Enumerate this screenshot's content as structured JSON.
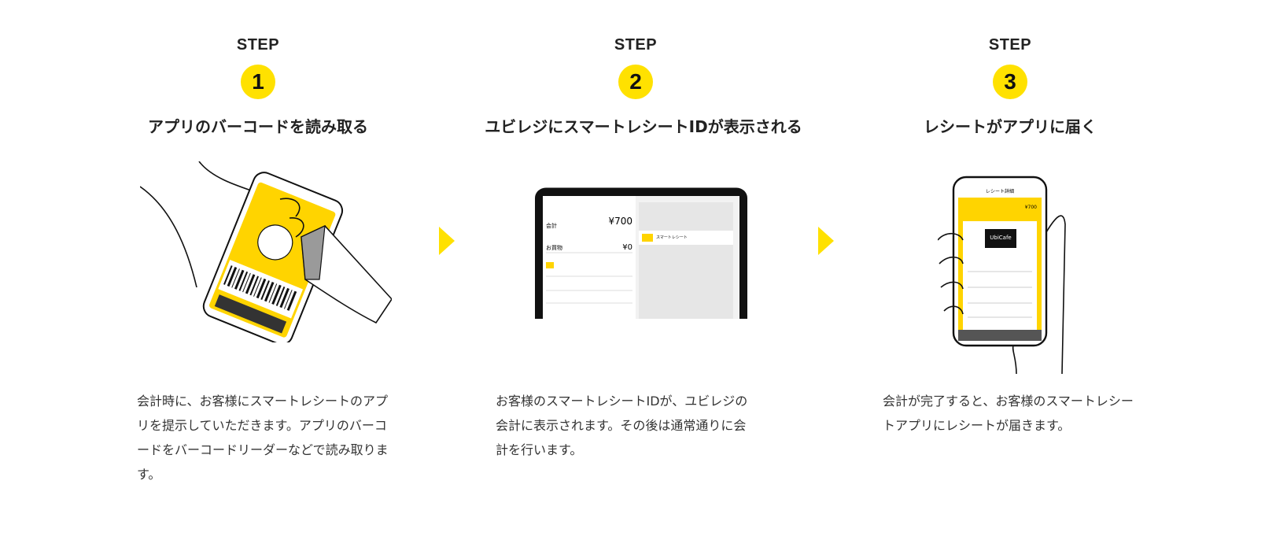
{
  "accent_color": "#ffe100",
  "steps": [
    {
      "label": "STEP",
      "number": "1",
      "title": "アプリのバーコードを読み取る",
      "description": "会計時に、お客様にスマートレシートのアプリを提示していただきます。アプリのバーコードをバーコードリーダーなどで読み取ります。",
      "illustration": "hand-phone-barcode-scanner-icon"
    },
    {
      "label": "STEP",
      "number": "2",
      "title": "ユビレジにスマートレシートIDが表示される",
      "description": "お客様のスマートレシートIDが、ユビレジの会計に表示されます。その後は通常通りに会計を行います。",
      "illustration": "tablet-register-icon",
      "screen": {
        "total_label": "会計",
        "total_value": "¥700",
        "purchase_label": "お買物",
        "purchase_value": "¥0",
        "card_label": "スマートレシート"
      }
    },
    {
      "label": "STEP",
      "number": "3",
      "title": "レシートがアプリに届く",
      "description": "会計が完了すると、お客様のスマートレシートアプリにレシートが届きます。",
      "illustration": "hand-phone-receipt-icon",
      "screen": {
        "header": "レシート詳細",
        "amount": "¥700",
        "shop_logo": "UbiCafe"
      }
    }
  ]
}
